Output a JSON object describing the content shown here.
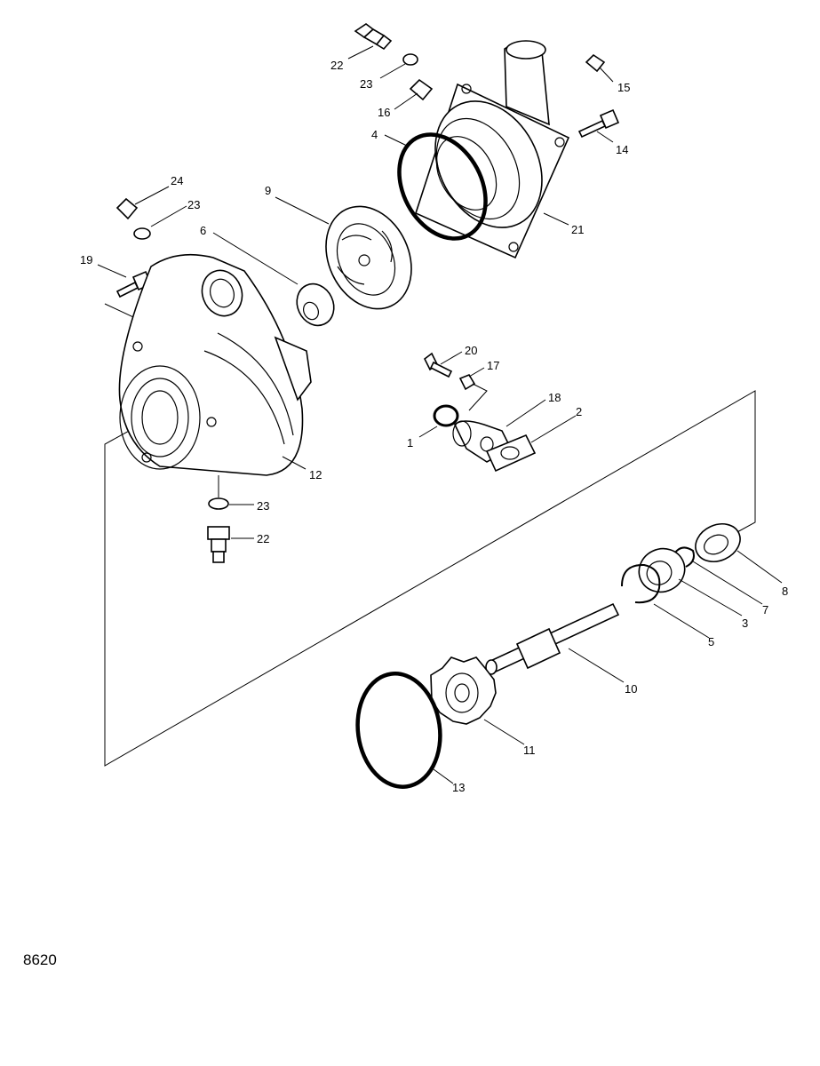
{
  "diagram": {
    "figure_id": "8620",
    "callouts": {
      "c22_top": "22",
      "c23_top": "23",
      "c16": "16",
      "c15": "15",
      "c4": "4",
      "c14": "14",
      "c21": "21",
      "c9": "9",
      "c24": "24",
      "c23_left": "23",
      "c6": "6",
      "c19": "19",
      "c20": "20",
      "c17": "17",
      "c18": "18",
      "c2": "2",
      "c1": "1",
      "c12": "12",
      "c23_bottom": "23",
      "c22_bottom": "22",
      "c8": "8",
      "c7": "7",
      "c3": "3",
      "c5": "5",
      "c10": "10",
      "c11": "11",
      "c13": "13"
    }
  }
}
